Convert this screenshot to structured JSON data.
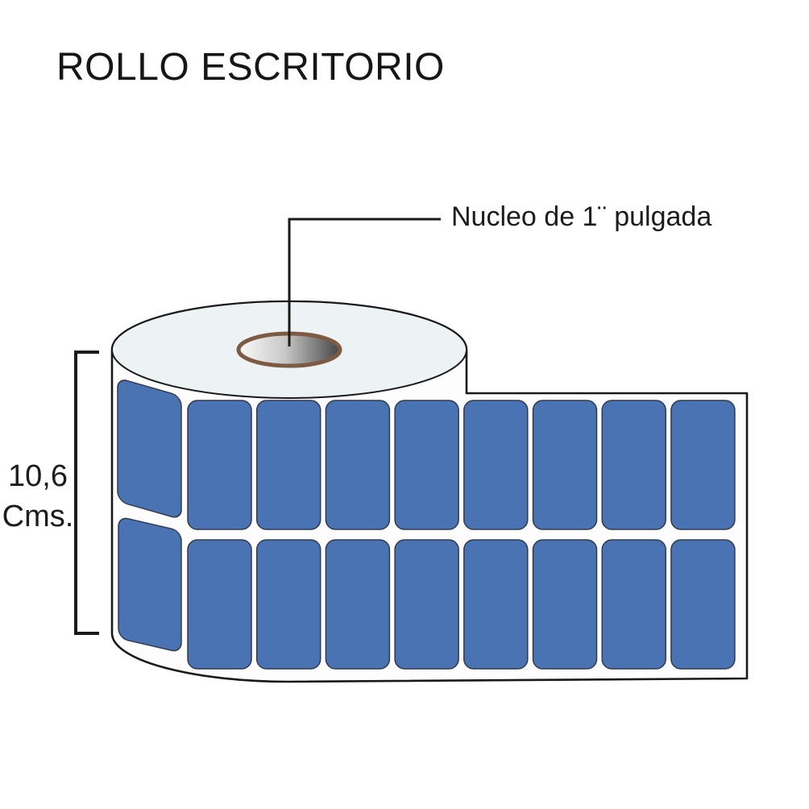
{
  "title": "ROLLO ESCRITORIO",
  "annotations": {
    "core_label": "Nucleo de 1¨ pulgada",
    "height_value": "10,6",
    "height_unit": "Cms."
  },
  "colors": {
    "outline": "#1a1a1a",
    "text": "#161616",
    "paper_white": "#fdfdfd",
    "roll_top_face": "#edf2f5",
    "core_ring_brown": "#7d5a42",
    "core_gradient_start": "#fafafa",
    "core_gradient_mid": "#c9c9c9",
    "core_gradient_end": "#454545"
  },
  "labels": {
    "rows": 2,
    "columns": 9,
    "color": "#4a73b3",
    "outline": "#333a4d"
  }
}
